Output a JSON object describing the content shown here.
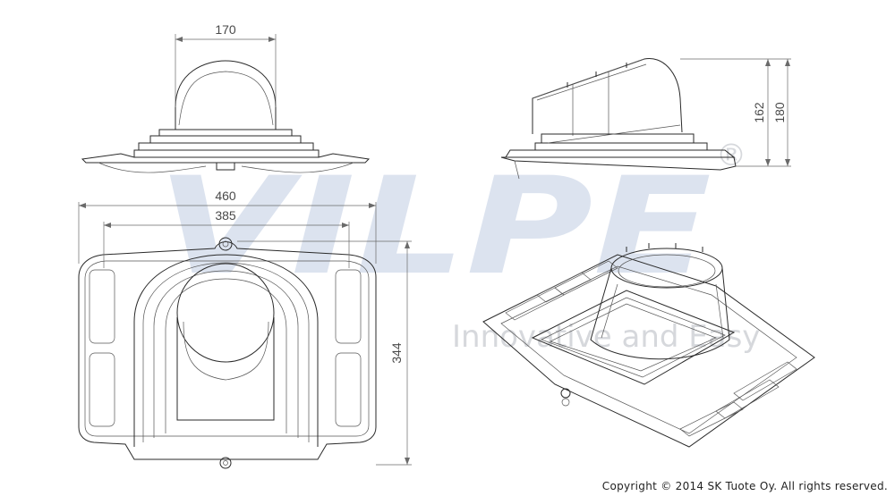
{
  "watermark": {
    "brand": "VILPE",
    "tagline": "Innovative and Easy",
    "registered_mark": "®"
  },
  "dimensions": {
    "top_width": "170",
    "overall_width": "460",
    "inner_width": "385",
    "depth": "344",
    "height_a": "162",
    "height_b": "180"
  },
  "copyright": "Copyright © 2014 SK Tuote Oy. All rights reserved.",
  "colors": {
    "line": "#2a2a2a",
    "watermark_blue": "#dce3ef",
    "watermark_grey": "#d6d8dc",
    "watermark_red": "#f0d5d0"
  }
}
